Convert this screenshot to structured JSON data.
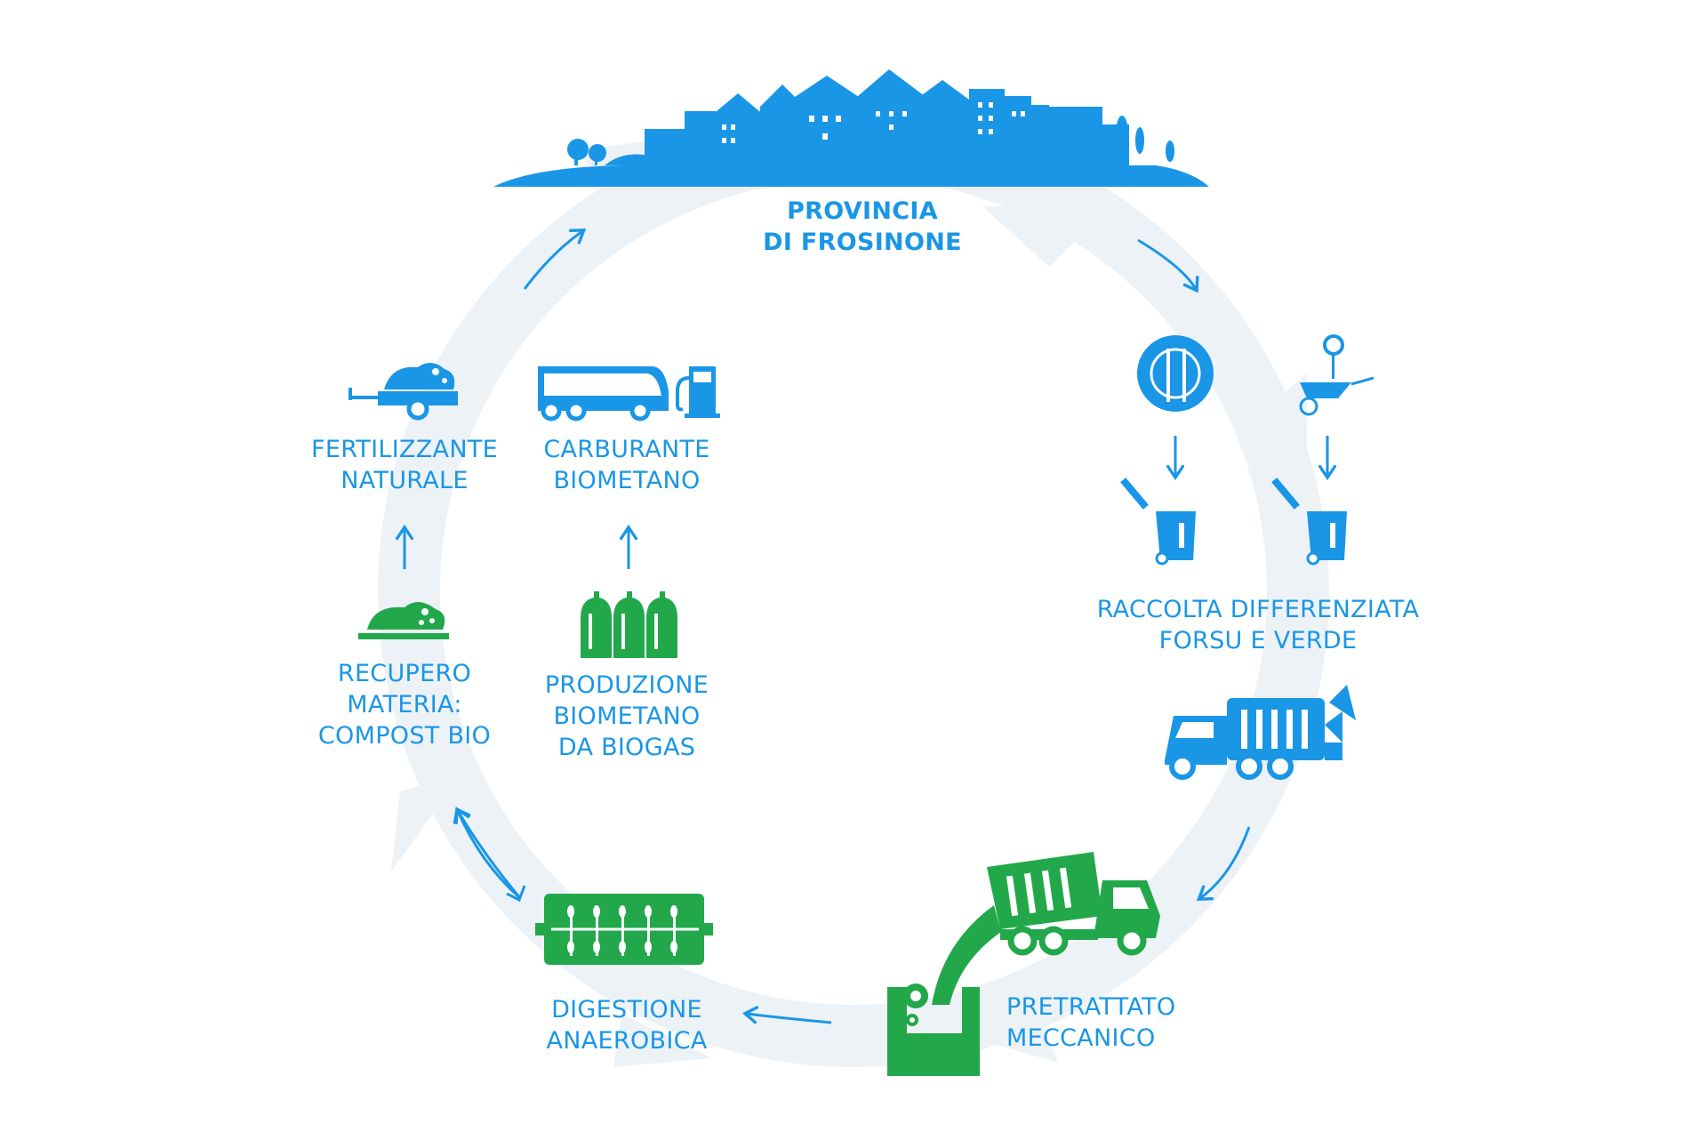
{
  "title": [
    "PROVINCIA",
    "DI FROSINONE"
  ],
  "steps": {
    "raccolta": [
      "RACCOLTA DIFFERENZIATA",
      "FORSU E VERDE"
    ],
    "pretrattato": [
      "PRETRATTATO",
      "MECCANICO"
    ],
    "digestione": [
      "DIGESTIONE",
      "ANAEROBICA"
    ],
    "recupero": [
      "RECUPERO",
      "MATERIA:",
      "COMPOST BIO"
    ],
    "produzione": [
      "PRODUZIONE",
      "BIOMETANO",
      "DA BIOGAS"
    ],
    "fertilizzante": [
      "FERTILIZZANTE",
      "NATURALE"
    ],
    "carburante": [
      "CARBURANTE",
      "BIOMETANO"
    ]
  },
  "icons": [
    "city-skyline-icon",
    "plate-cutlery-icon",
    "wheelbarrow-plant-icon",
    "bin-icon",
    "garbage-truck-icon",
    "dump-truck-icon",
    "pretreatment-tank-icon",
    "digester-icon",
    "compost-icon",
    "gas-cylinders-icon",
    "fertilizer-trailer-icon",
    "bus-icon",
    "fuel-pump-icon"
  ],
  "colors": {
    "blue": "#1a96e6",
    "green": "#22a84a",
    "cycle": "#edf2f7"
  }
}
